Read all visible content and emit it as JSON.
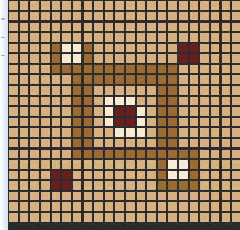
{
  "board": {
    "rows": 21,
    "cols": 22,
    "colors": {
      "empty": "#d6b07e",
      "path": "#9c6b32",
      "highlight": "#f6ead2",
      "token": "#6b1c1c",
      "grid_line": "#2e2e2e"
    },
    "highlight_cells": [
      [
        4,
        5
      ],
      [
        4,
        6
      ],
      [
        5,
        5
      ],
      [
        5,
        6
      ],
      [
        9,
        9
      ],
      [
        9,
        10
      ],
      [
        9,
        11
      ],
      [
        10,
        9
      ],
      [
        10,
        12
      ],
      [
        11,
        9
      ],
      [
        11,
        12
      ],
      [
        12,
        10
      ],
      [
        12,
        11
      ],
      [
        12,
        12
      ],
      [
        15,
        15
      ],
      [
        15,
        16
      ],
      [
        16,
        15
      ],
      [
        16,
        16
      ]
    ],
    "token_cells": [
      [
        4,
        16
      ],
      [
        4,
        17
      ],
      [
        5,
        16
      ],
      [
        5,
        17
      ],
      [
        10,
        10
      ],
      [
        10,
        11
      ],
      [
        11,
        10
      ],
      [
        11,
        11
      ],
      [
        16,
        4
      ],
      [
        16,
        5
      ],
      [
        17,
        4
      ],
      [
        17,
        5
      ]
    ],
    "path_cells": [
      [
        4,
        4
      ],
      [
        4,
        7
      ],
      [
        5,
        4
      ],
      [
        5,
        7
      ],
      [
        6,
        4
      ],
      [
        6,
        5
      ],
      [
        6,
        6
      ],
      [
        6,
        7
      ],
      [
        6,
        8
      ],
      [
        6,
        9
      ],
      [
        6,
        10
      ],
      [
        6,
        11
      ],
      [
        6,
        12
      ],
      [
        6,
        13
      ],
      [
        6,
        14
      ],
      [
        6,
        15
      ],
      [
        7,
        6
      ],
      [
        7,
        7
      ],
      [
        7,
        8
      ],
      [
        7,
        9
      ],
      [
        7,
        10
      ],
      [
        7,
        11
      ],
      [
        7,
        12
      ],
      [
        7,
        13
      ],
      [
        7,
        14
      ],
      [
        7,
        15
      ],
      [
        8,
        6
      ],
      [
        8,
        7
      ],
      [
        8,
        14
      ],
      [
        8,
        15
      ],
      [
        9,
        6
      ],
      [
        9,
        7
      ],
      [
        9,
        14
      ],
      [
        9,
        15
      ],
      [
        10,
        6
      ],
      [
        10,
        7
      ],
      [
        10,
        14
      ],
      [
        10,
        15
      ],
      [
        11,
        6
      ],
      [
        11,
        7
      ],
      [
        11,
        14
      ],
      [
        11,
        15
      ],
      [
        12,
        6
      ],
      [
        12,
        7
      ],
      [
        12,
        14
      ],
      [
        12,
        15
      ],
      [
        13,
        6
      ],
      [
        13,
        7
      ],
      [
        13,
        14
      ],
      [
        13,
        15
      ],
      [
        14,
        6
      ],
      [
        14,
        7
      ],
      [
        14,
        8
      ],
      [
        14,
        9
      ],
      [
        14,
        10
      ],
      [
        14,
        11
      ],
      [
        14,
        12
      ],
      [
        14,
        13
      ],
      [
        14,
        14
      ],
      [
        14,
        15
      ],
      [
        14,
        16
      ],
      [
        14,
        17
      ],
      [
        15,
        14
      ],
      [
        15,
        17
      ],
      [
        16,
        14
      ],
      [
        16,
        17
      ],
      [
        17,
        14
      ],
      [
        17,
        15
      ],
      [
        17,
        16
      ],
      [
        17,
        17
      ]
    ]
  }
}
